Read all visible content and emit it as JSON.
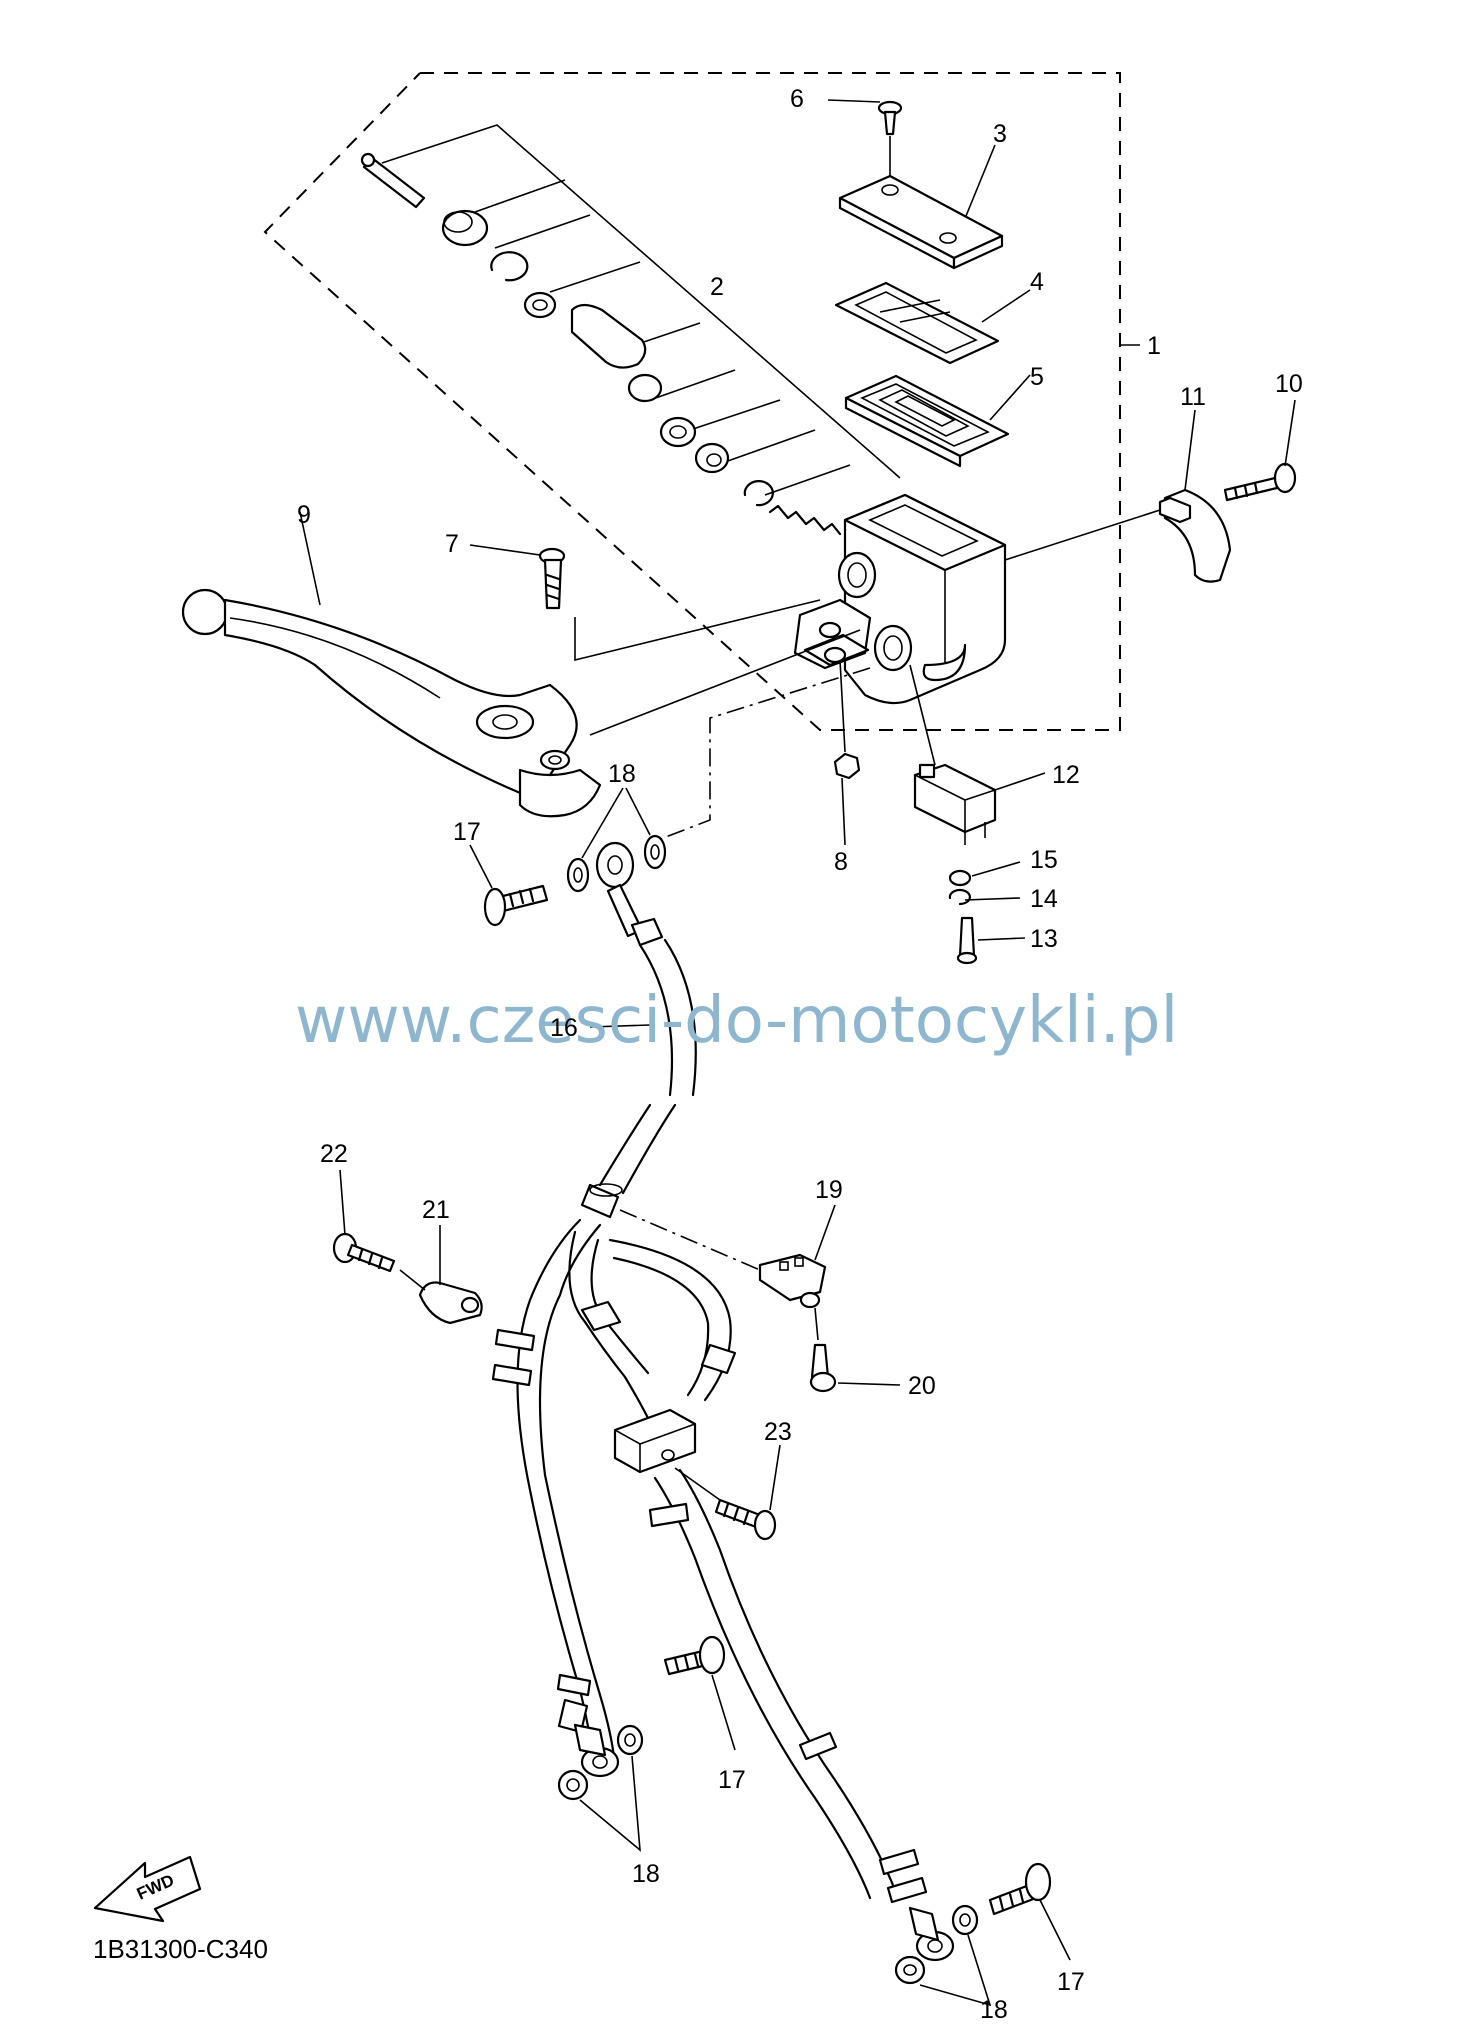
{
  "watermark": "www.czesci-do-motocykli.pl",
  "diagram_code": "1B31300-C340",
  "direction_label": "FWD",
  "callouts": {
    "c1": "1",
    "c2": "2",
    "c3": "3",
    "c4": "4",
    "c5": "5",
    "c6": "6",
    "c7": "7",
    "c8": "8",
    "c9": "9",
    "c10": "10",
    "c11": "11",
    "c12": "12",
    "c13": "13",
    "c14": "14",
    "c15": "15",
    "c16": "16",
    "c17a": "17",
    "c17b": "17",
    "c17c": "17",
    "c18a": "18",
    "c18b": "18",
    "c18c": "18",
    "c19": "19",
    "c20": "20",
    "c21": "21",
    "c22": "22",
    "c23": "23"
  }
}
